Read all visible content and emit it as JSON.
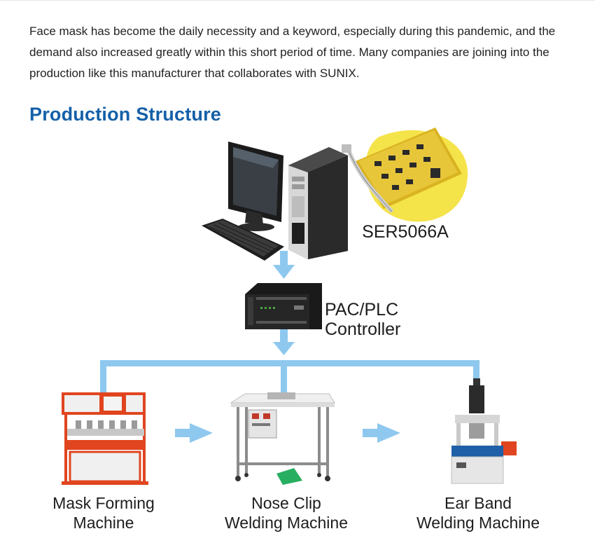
{
  "intro_text": "Face mask has become the daily necessity and a keyword, especially during this pandemic, and the demand also increased greatly within this short period of time. Many companies are joining into the production like this manufacturer that collaborates with SUNIX.",
  "section_title": "Production Structure",
  "nodes": {
    "serial_card": "SER5066A",
    "controller": "PAC/PLC Controller",
    "machine1_line1": "Mask Forming",
    "machine1_line2": "Machine",
    "machine2_line1": "Nose Clip",
    "machine2_line2": "Welding Machine",
    "machine3_line1": "Ear Band",
    "machine3_line2": "Welding Machine"
  },
  "colors": {
    "heading": "#1560a8",
    "connector": "#8ec8ef",
    "card_highlight": "#f5e34a",
    "machine_frame": "#e0451f"
  }
}
